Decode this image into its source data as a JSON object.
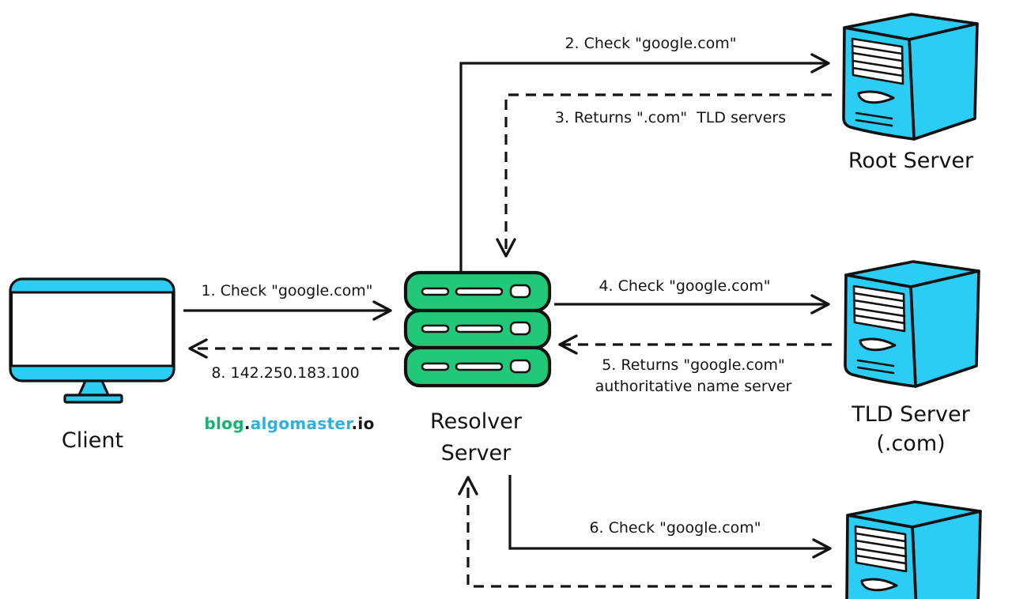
{
  "diagram": {
    "nodes": {
      "client": {
        "label": "Client"
      },
      "resolver": {
        "label_line1": "Resolver",
        "label_line2": "Server"
      },
      "root": {
        "label": "Root Server"
      },
      "tld": {
        "label_line1": "TLD Server",
        "label_line2": "(.com)"
      }
    },
    "steps": {
      "step1": "1. Check \"google.com\"",
      "step2": "2. Check \"google.com\"",
      "step3": "3. Returns \".com\"  TLD servers",
      "step4": "4. Check \"google.com\"",
      "step5_line1": "5. Returns \"google.com\"",
      "step5_line2": "authoritative name server",
      "step6": "6. Check \"google.com\"",
      "step8": "8. 142.250.183.100"
    },
    "branding": {
      "part1": "blog",
      "dot1": ".",
      "part2": "algomaster",
      "part3": ".io"
    },
    "colors": {
      "cyan": "#2BCDF4",
      "green": "#21C877",
      "brand_green": "#14B371",
      "brand_blue": "#30AFE0"
    }
  }
}
